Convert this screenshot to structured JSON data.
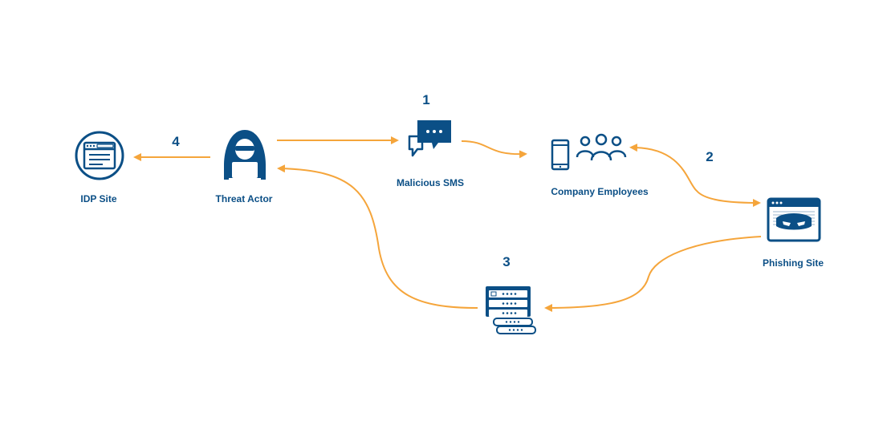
{
  "nodes": {
    "idp_site": {
      "label": "IDP Site",
      "icon": "browser-login-icon"
    },
    "threat_actor": {
      "label": "Threat Actor",
      "icon": "hooded-hacker-icon"
    },
    "malicious_sms": {
      "label": "Malicious SMS",
      "icon": "chat-bubbles-icon"
    },
    "company_employees": {
      "label": "Company Employees",
      "icon": "phone-and-people-icon"
    },
    "phishing_site": {
      "label": "Phishing Site",
      "icon": "masked-browser-icon"
    },
    "credentials": {
      "label": "",
      "icon": "credential-cards-icon"
    }
  },
  "steps": [
    "1",
    "2",
    "3",
    "4"
  ],
  "colors": {
    "primary": "#0b4f86",
    "arrow": "#f5a53b",
    "background": "#ffffff"
  }
}
